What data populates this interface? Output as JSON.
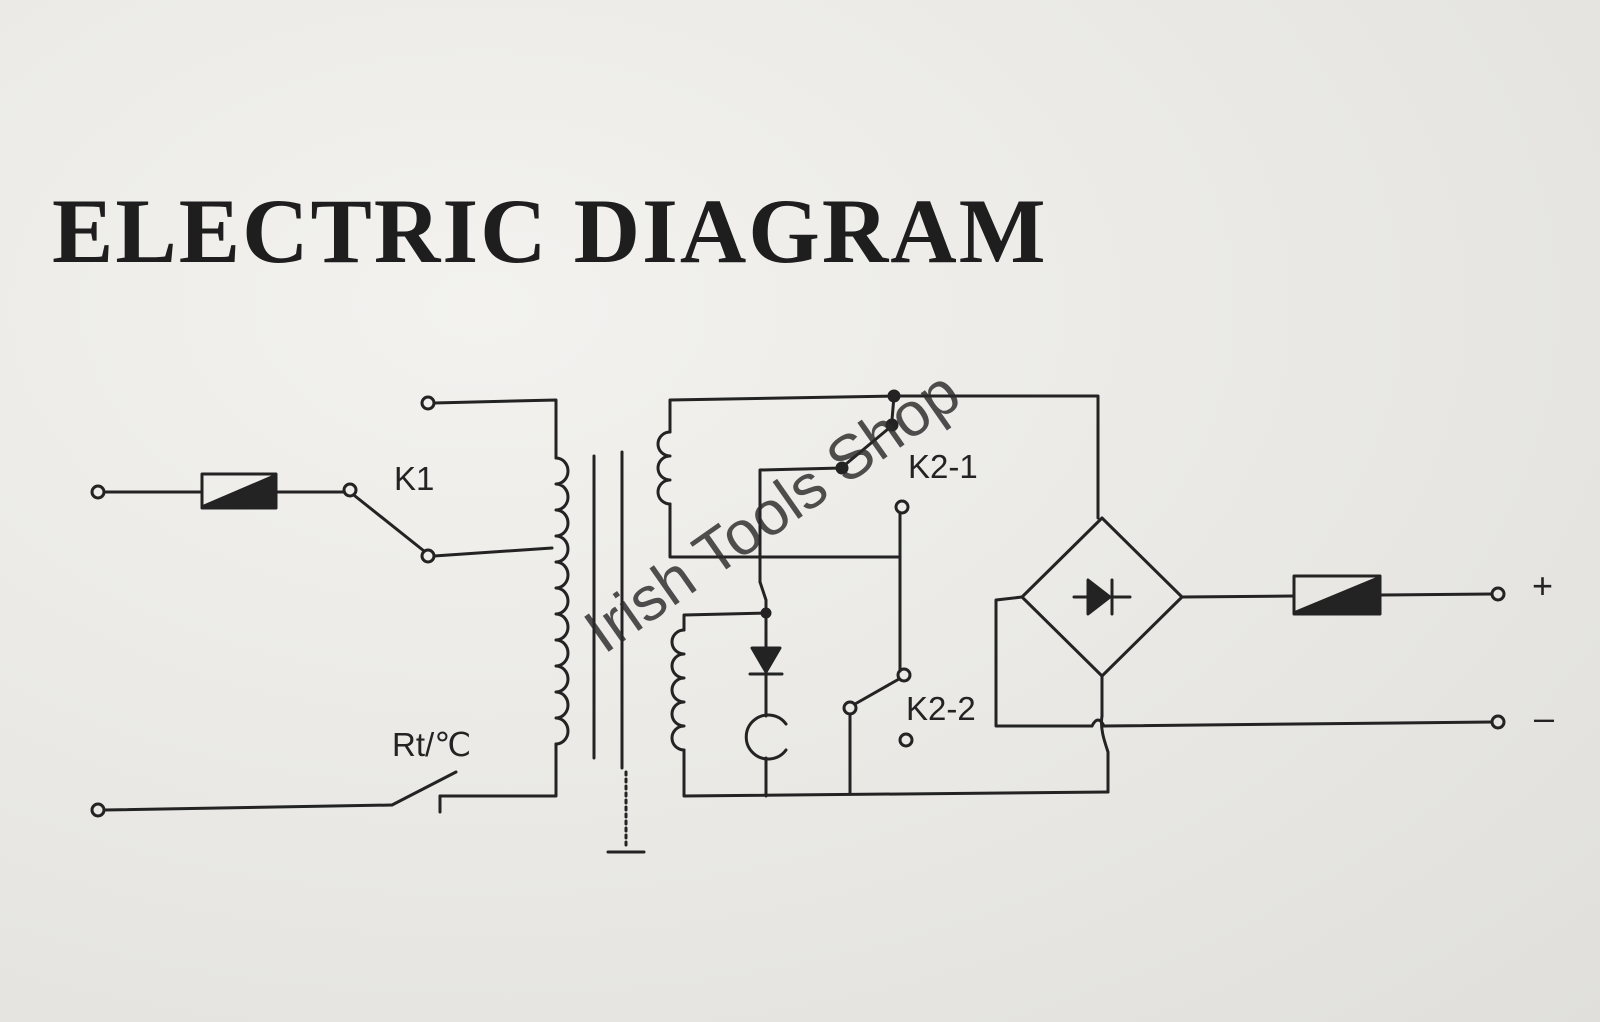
{
  "title": "ELECTRIC DIAGRAM",
  "labels": {
    "k1": "K1",
    "k2_1": "K2-1",
    "k2_2": "K2-2",
    "thermostat": "Rt/℃",
    "plus": "+",
    "minus": "–"
  },
  "watermark": "Irish Tools Shop",
  "colors": {
    "ink": "#232323",
    "paper": "#ecebe8"
  }
}
